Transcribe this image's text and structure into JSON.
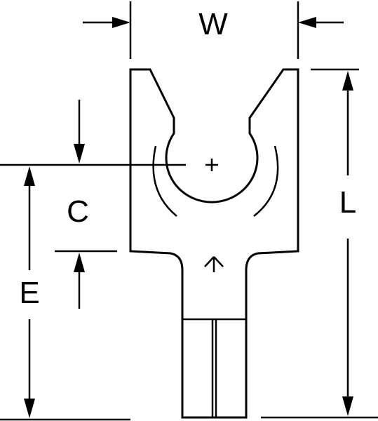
{
  "dimensions": {
    "w": "W",
    "l": "L",
    "c": "C",
    "e": "E"
  },
  "colors": {
    "line": "#000000",
    "background": "#ffffff"
  }
}
